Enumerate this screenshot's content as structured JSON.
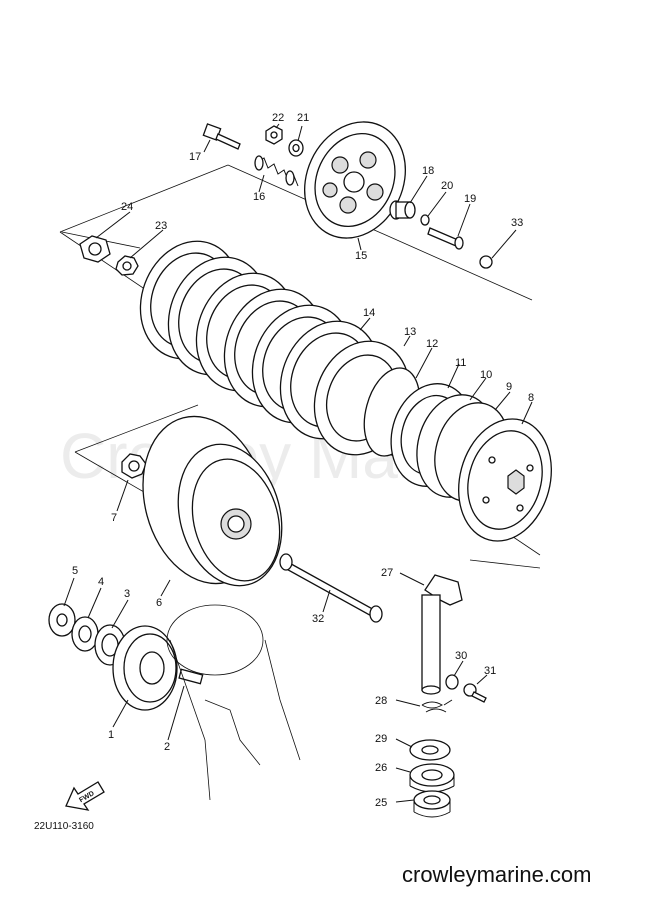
{
  "watermark": "Crowley Marine",
  "diagram_code": "22U110-3160",
  "site": "crowleymarine.com",
  "fwd_label": "FWD",
  "callouts": {
    "c1": "1",
    "c2": "2",
    "c3": "3",
    "c4": "4",
    "c5": "5",
    "c6": "6",
    "c7": "7",
    "c8": "8",
    "c9": "9",
    "c10": "10",
    "c11": "11",
    "c12": "12",
    "c13": "13",
    "c14": "14",
    "c15": "15",
    "c16": "16",
    "c17": "17",
    "c18": "18",
    "c19": "19",
    "c20": "20",
    "c21": "21",
    "c22": "22",
    "c23": "23",
    "c24": "24",
    "c25": "25",
    "c26": "26",
    "c27": "27",
    "c28": "28",
    "c29": "29",
    "c30": "30",
    "c31": "31",
    "c32": "32",
    "c33": "33"
  }
}
